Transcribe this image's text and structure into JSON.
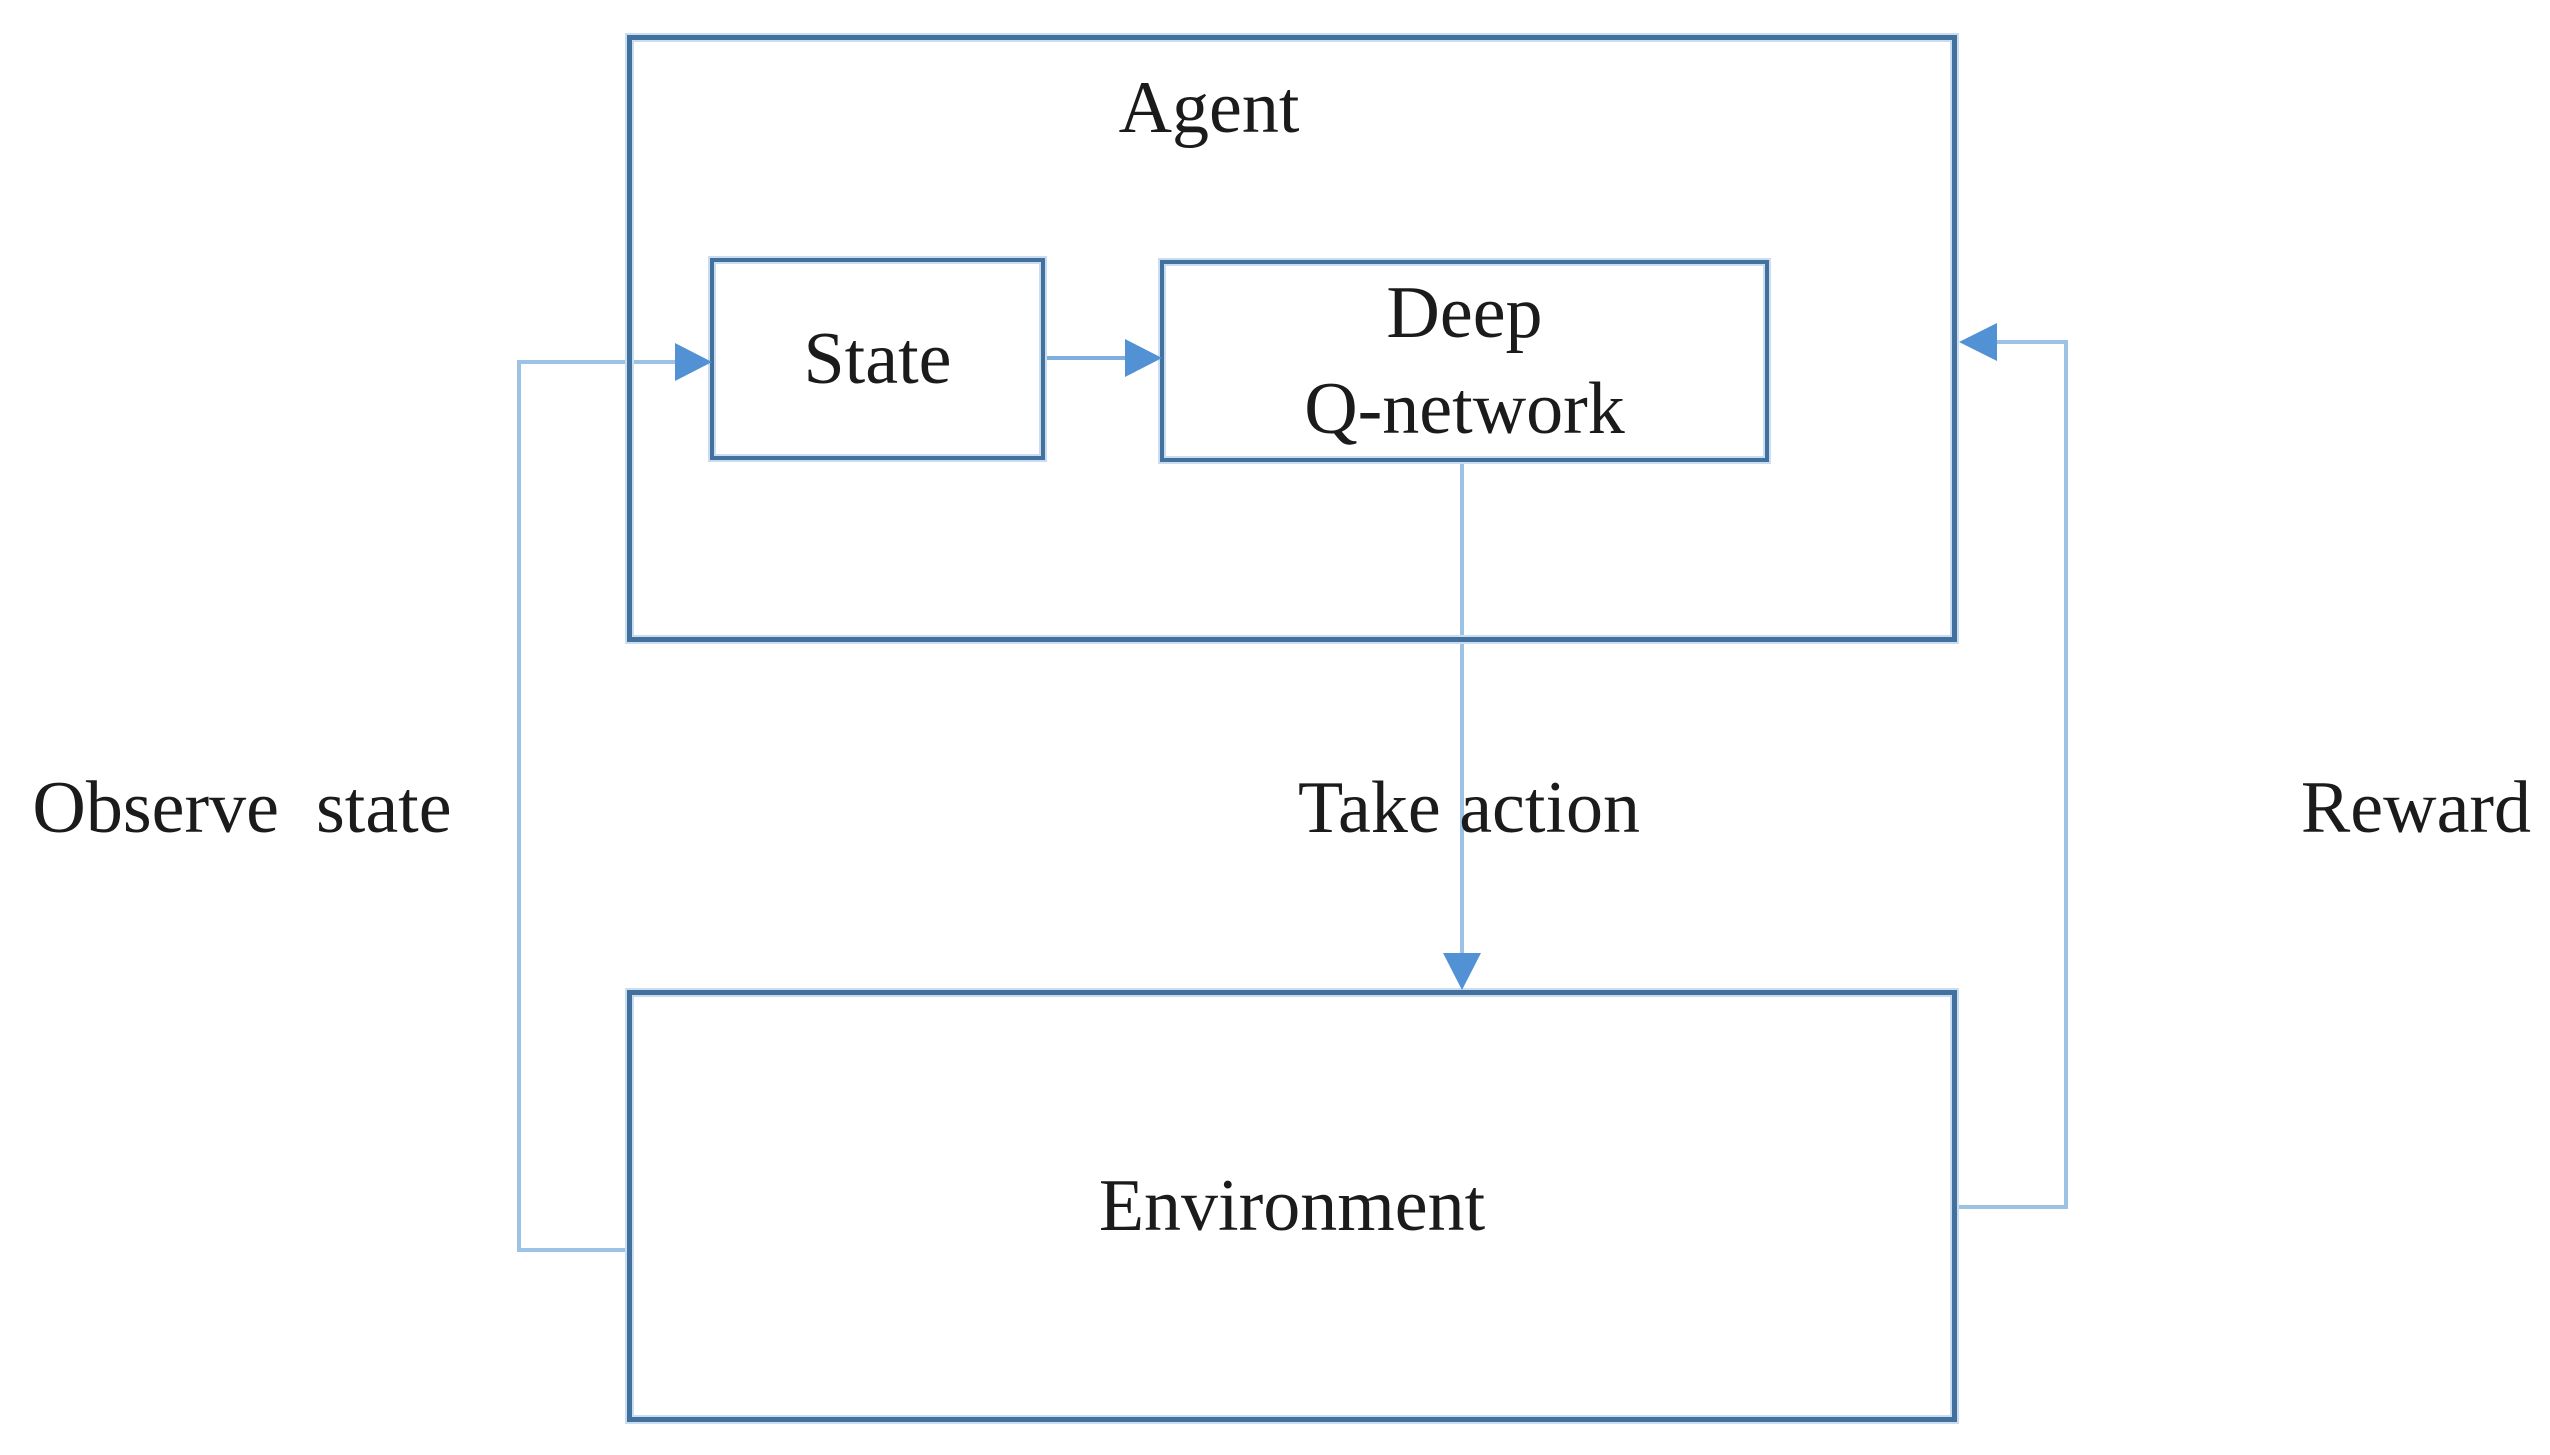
{
  "colors": {
    "bg": "#ffffff",
    "text": "#1b1b1b",
    "box-border": "#41719C",
    "box-halo": "#C9DCF0",
    "line": "#9CC3E6",
    "line-strong": "#7FAFDC",
    "arrow": "#5292D4"
  },
  "nodes": {
    "agent": {
      "label": "Agent"
    },
    "state": {
      "label": "State"
    },
    "dqn": {
      "label": "Deep\nQ-network"
    },
    "environment": {
      "label": "Environment"
    }
  },
  "edges": {
    "observe_state": {
      "label": "Observe  state"
    },
    "take_action": {
      "label": "Take action"
    },
    "reward": {
      "label": "Reward"
    }
  }
}
